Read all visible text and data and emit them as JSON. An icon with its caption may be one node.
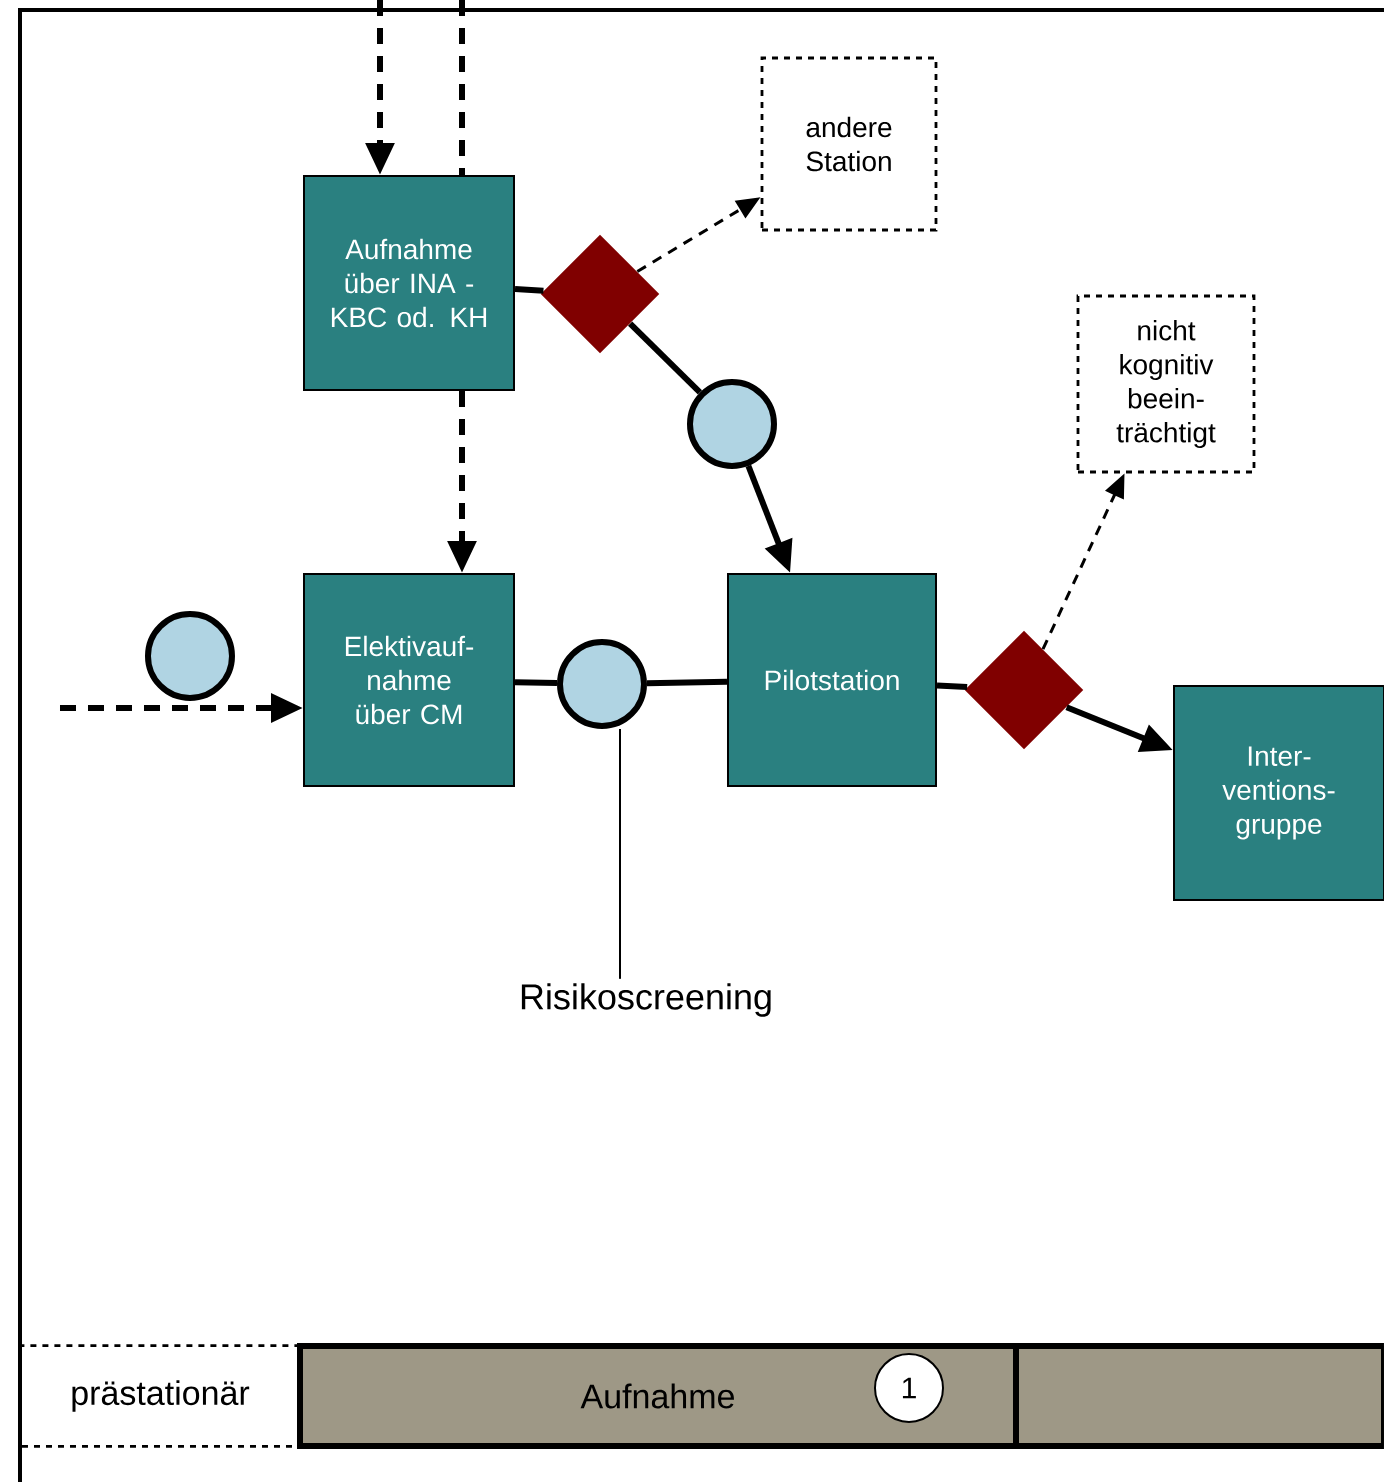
{
  "diagram": {
    "nodes": [
      {
        "text": [
          "Aufnahme über INA - KBC od. KH"
        ]
      },
      {
        "text": [
          "andere Station"
        ]
      },
      {
        "text": [],
        "shape": "diamond"
      },
      {
        "text": [],
        "shape": "circle"
      },
      {
        "text": [
          "nicht kognitiv beein- trächtigt"
        ]
      },
      {
        "text": [],
        "shape": "circle"
      },
      {
        "text": [
          "Elektivauf- nahme über CM"
        ]
      },
      {
        "text": [],
        "shape": "circle"
      },
      {
        "text": [
          "Pilotstation"
        ]
      },
      {
        "text": [],
        "shape": "diamond"
      },
      {
        "text": [
          "Inter- ventions- gruppe"
        ]
      },
      {
        "text": [
          "Risikoscreening"
        ]
      },
      {
        "text": [
          "prästationär"
        ]
      },
      {
        "text": [
          "Aufnahme"
        ]
      },
      {
        "text": [
          "1"
        ],
        "in": 13
      },
      {
        "text": [],
        "shape": "bar"
      }
    ],
    "edges": [
      {
        "from": null,
        "to": 0,
        "arrow": "to",
        "style": "dashed"
      },
      {
        "from": null,
        "to": 0,
        "arrow": "none",
        "style": "dashed"
      },
      {
        "from": 0,
        "to": 6,
        "arrow": "to",
        "style": "dashed"
      },
      {
        "from": 0,
        "to": 2,
        "arrow": "none"
      },
      {
        "from": 2,
        "to": 1,
        "arrow": "to",
        "style": "dashed"
      },
      {
        "from": 2,
        "to": 3,
        "arrow": "none"
      },
      {
        "from": 3,
        "to": 8,
        "arrow": "to"
      },
      {
        "from": null,
        "to": 6,
        "arrow": "to",
        "style": "dashed"
      },
      {
        "from": 6,
        "to": 7,
        "arrow": "none"
      },
      {
        "from": 7,
        "to": 8,
        "arrow": "none"
      },
      {
        "from": 8,
        "to": 9,
        "arrow": "none"
      },
      {
        "from": 9,
        "to": 4,
        "arrow": "to",
        "style": "dashed"
      },
      {
        "from": 9,
        "to": 10,
        "arrow": "to"
      },
      {
        "from": 11,
        "to": 7,
        "arrow": "none"
      }
    ]
  }
}
